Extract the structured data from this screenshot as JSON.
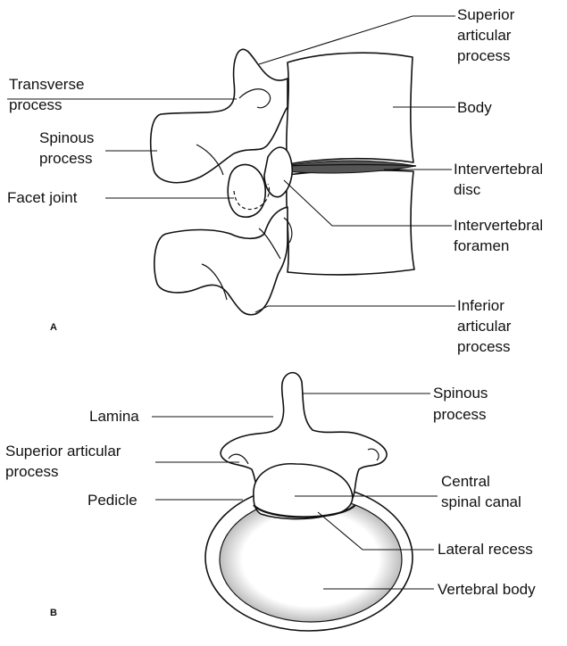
{
  "panel_a": {
    "tag": "A",
    "labels": {
      "superior_articular": [
        "Superior",
        "articular",
        "process"
      ],
      "transverse": [
        "Transverse",
        "process"
      ],
      "body": "Body",
      "spinous": [
        "Spinous",
        "process"
      ],
      "disc": [
        "Intervertebral",
        "disc"
      ],
      "facet": "Facet joint",
      "foramen": [
        "Intervertebral",
        "foramen"
      ],
      "inferior_articular": [
        "Inferior",
        "articular",
        "process"
      ]
    }
  },
  "panel_b": {
    "tag": "B",
    "labels": {
      "spinous": [
        "Spinous",
        "process"
      ],
      "lamina": "Lamina",
      "superior_articular": [
        "Superior articular",
        "process"
      ],
      "canal": [
        "Central",
        "spinal canal"
      ],
      "pedicle": "Pedicle",
      "lateral_recess": "Lateral recess",
      "vertebral_body": "Vertebral body"
    }
  },
  "colors": {
    "ink": "#111111",
    "shade": "#b8b8b8",
    "paper": "#ffffff"
  }
}
